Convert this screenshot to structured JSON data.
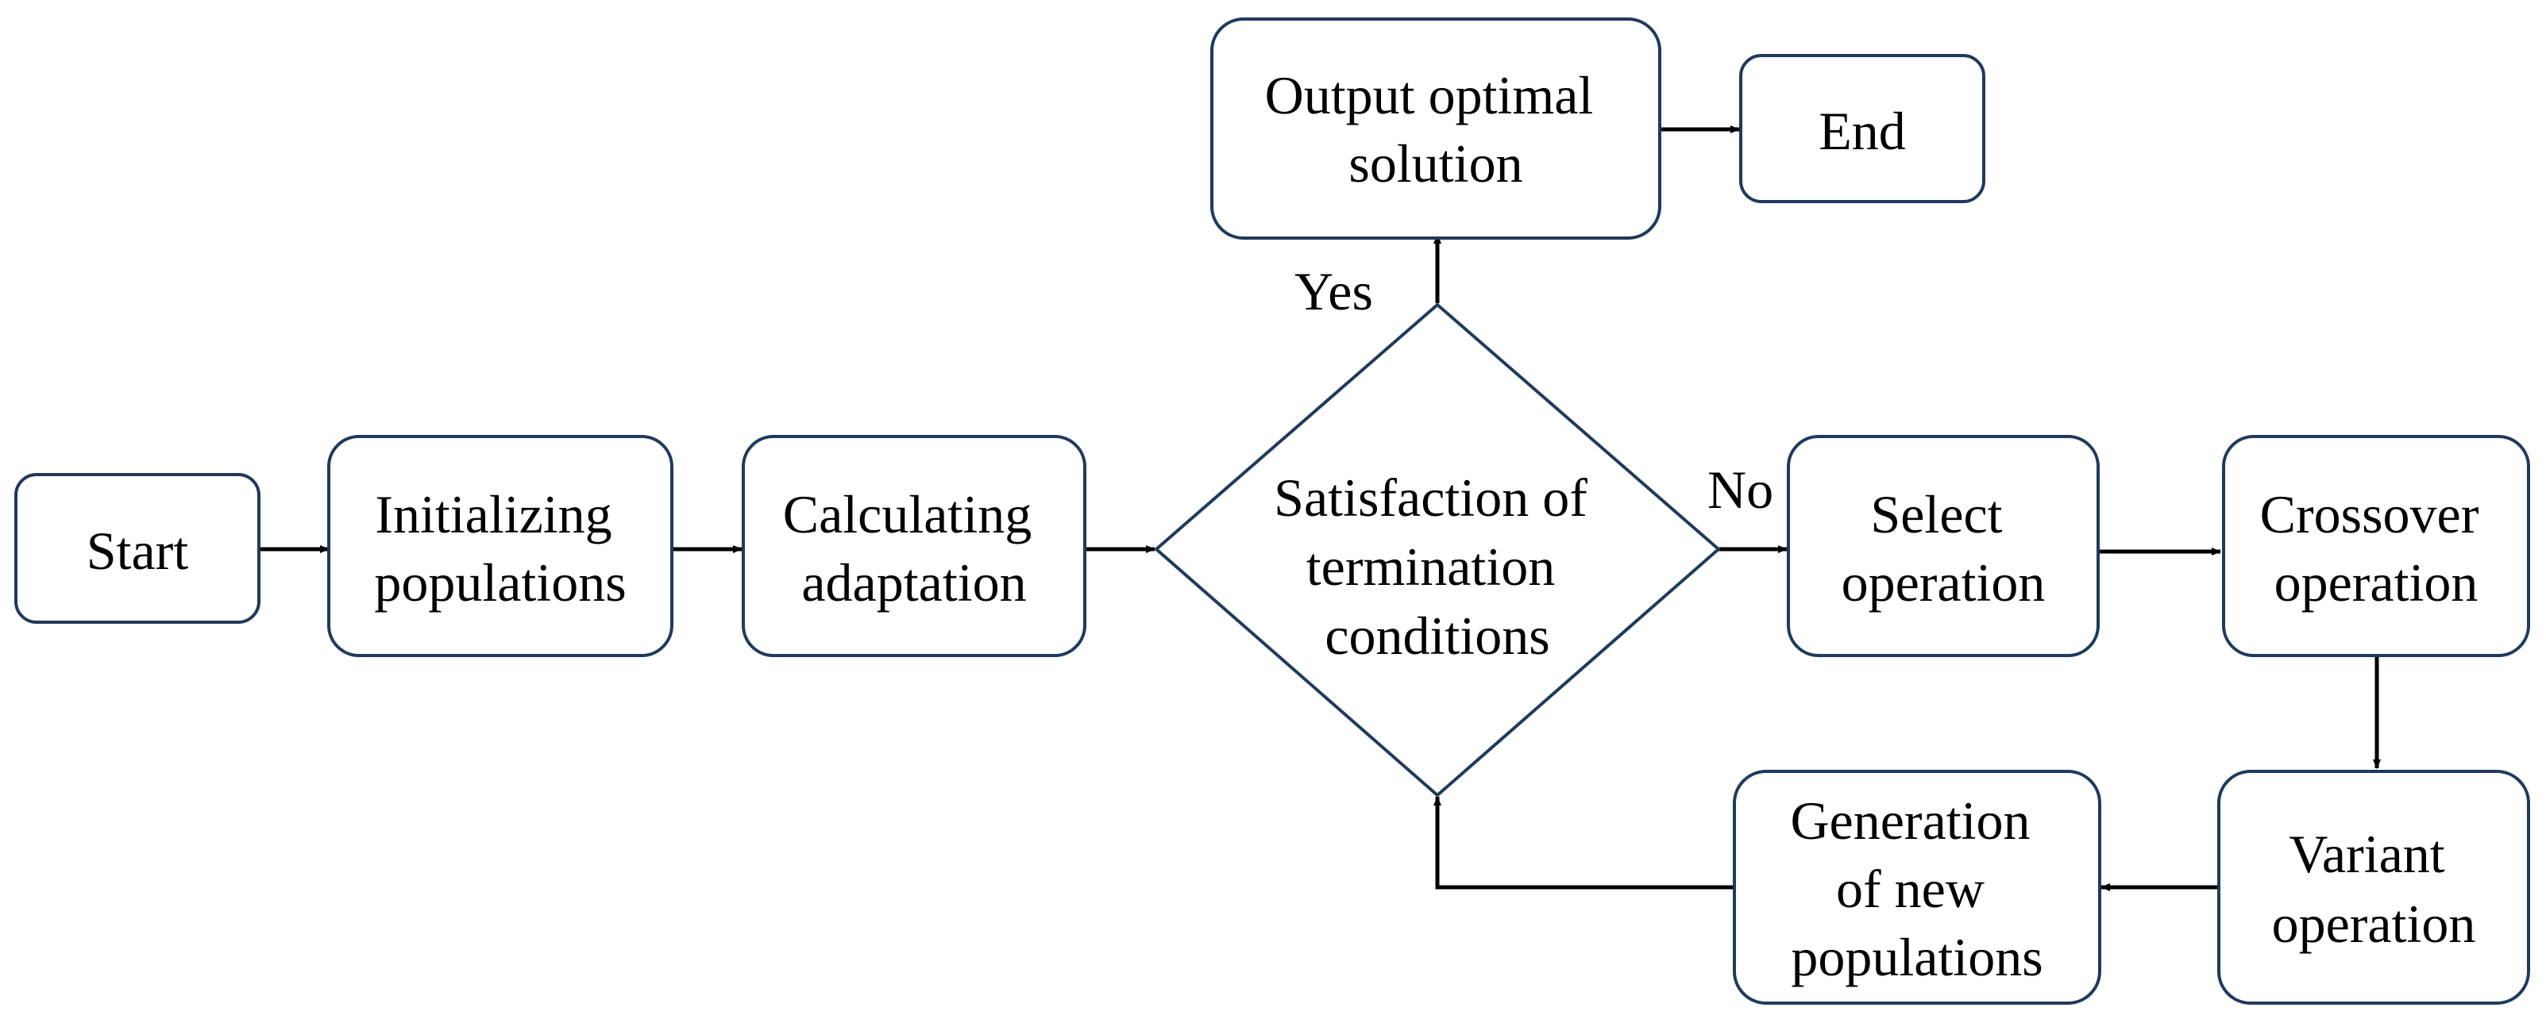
{
  "nodes": {
    "start": {
      "lines": [
        "Start"
      ]
    },
    "init": {
      "lines": [
        "Initializing",
        "populations"
      ]
    },
    "calc": {
      "lines": [
        "Calculating",
        "adaptation"
      ]
    },
    "decision": {
      "lines": [
        "Satisfaction of",
        "termination",
        "conditions"
      ]
    },
    "output": {
      "lines": [
        "Output optimal",
        "solution"
      ]
    },
    "end": {
      "lines": [
        "End"
      ]
    },
    "select": {
      "lines": [
        "Select",
        "operation"
      ]
    },
    "crossover": {
      "lines": [
        "Crossover",
        "operation"
      ]
    },
    "variant": {
      "lines": [
        "Variant",
        "operation"
      ]
    },
    "generation": {
      "lines": [
        "Generation",
        "of new",
        "populations"
      ]
    }
  },
  "branches": {
    "yes": "Yes",
    "no": "No"
  },
  "colors": {
    "node_border": "#1f3a5c",
    "node_fill": "#ffffff",
    "arrow": "#000000",
    "text": "#000000"
  }
}
